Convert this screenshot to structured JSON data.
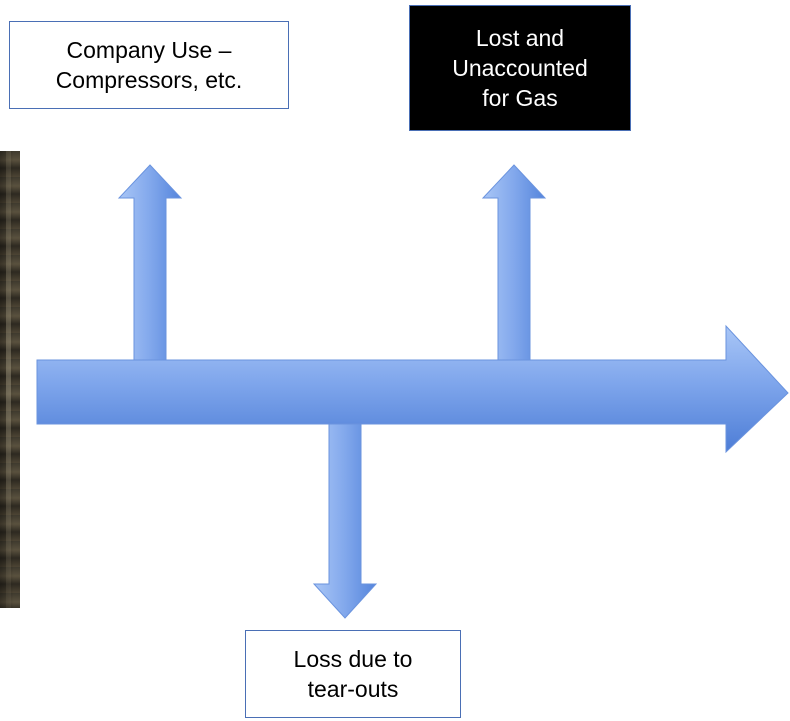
{
  "boxes": {
    "company_use": "Company Use –\nCompressors, etc.",
    "lost_unaccounted": "Lost and\nUnaccounted\nfor Gas",
    "loss_tearouts": "Loss due to\ntear-outs"
  },
  "colors": {
    "arrow_fill_light": "#9dbcf2",
    "arrow_fill_dark": "#4f7fd9",
    "box_border": "#4a6fb5",
    "lost_box_background": "#000000",
    "lost_box_text": "#ffffff"
  },
  "icons": {
    "main_flow": "right-arrow-icon",
    "company_use_branch": "up-arrow-icon",
    "lost_branch": "up-arrow-icon",
    "tearout_branch": "down-arrow-icon"
  }
}
